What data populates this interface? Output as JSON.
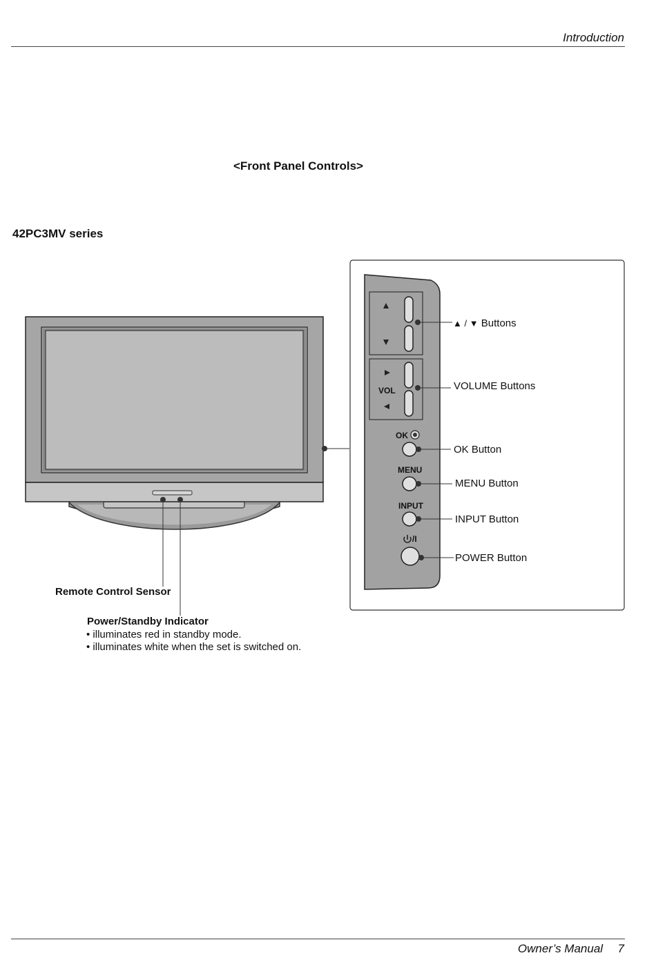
{
  "header": {
    "section": "Introduction"
  },
  "page_title": "<Front Panel Controls>",
  "series_title": "42PC3MV series",
  "panel": {
    "vol_label": "VOL",
    "ok_label": "OK",
    "menu_label": "MENU",
    "input_label": "INPUT",
    "power_label": "/I"
  },
  "callouts": {
    "updown": "Buttons",
    "volume": "VOLUME Buttons",
    "ok": "OK Button",
    "menu": "MENU Button",
    "input": "INPUT Button",
    "power": "POWER Button"
  },
  "tv_labels": {
    "remote_sensor": "Remote Control Sensor",
    "power_indicator": "Power/Standby Indicator",
    "indicator_notes": [
      "• illuminates red in standby mode.",
      "• illuminates white when the set is switched on."
    ]
  },
  "footer": {
    "manual": "Owner’s Manual",
    "page_number": "7"
  }
}
